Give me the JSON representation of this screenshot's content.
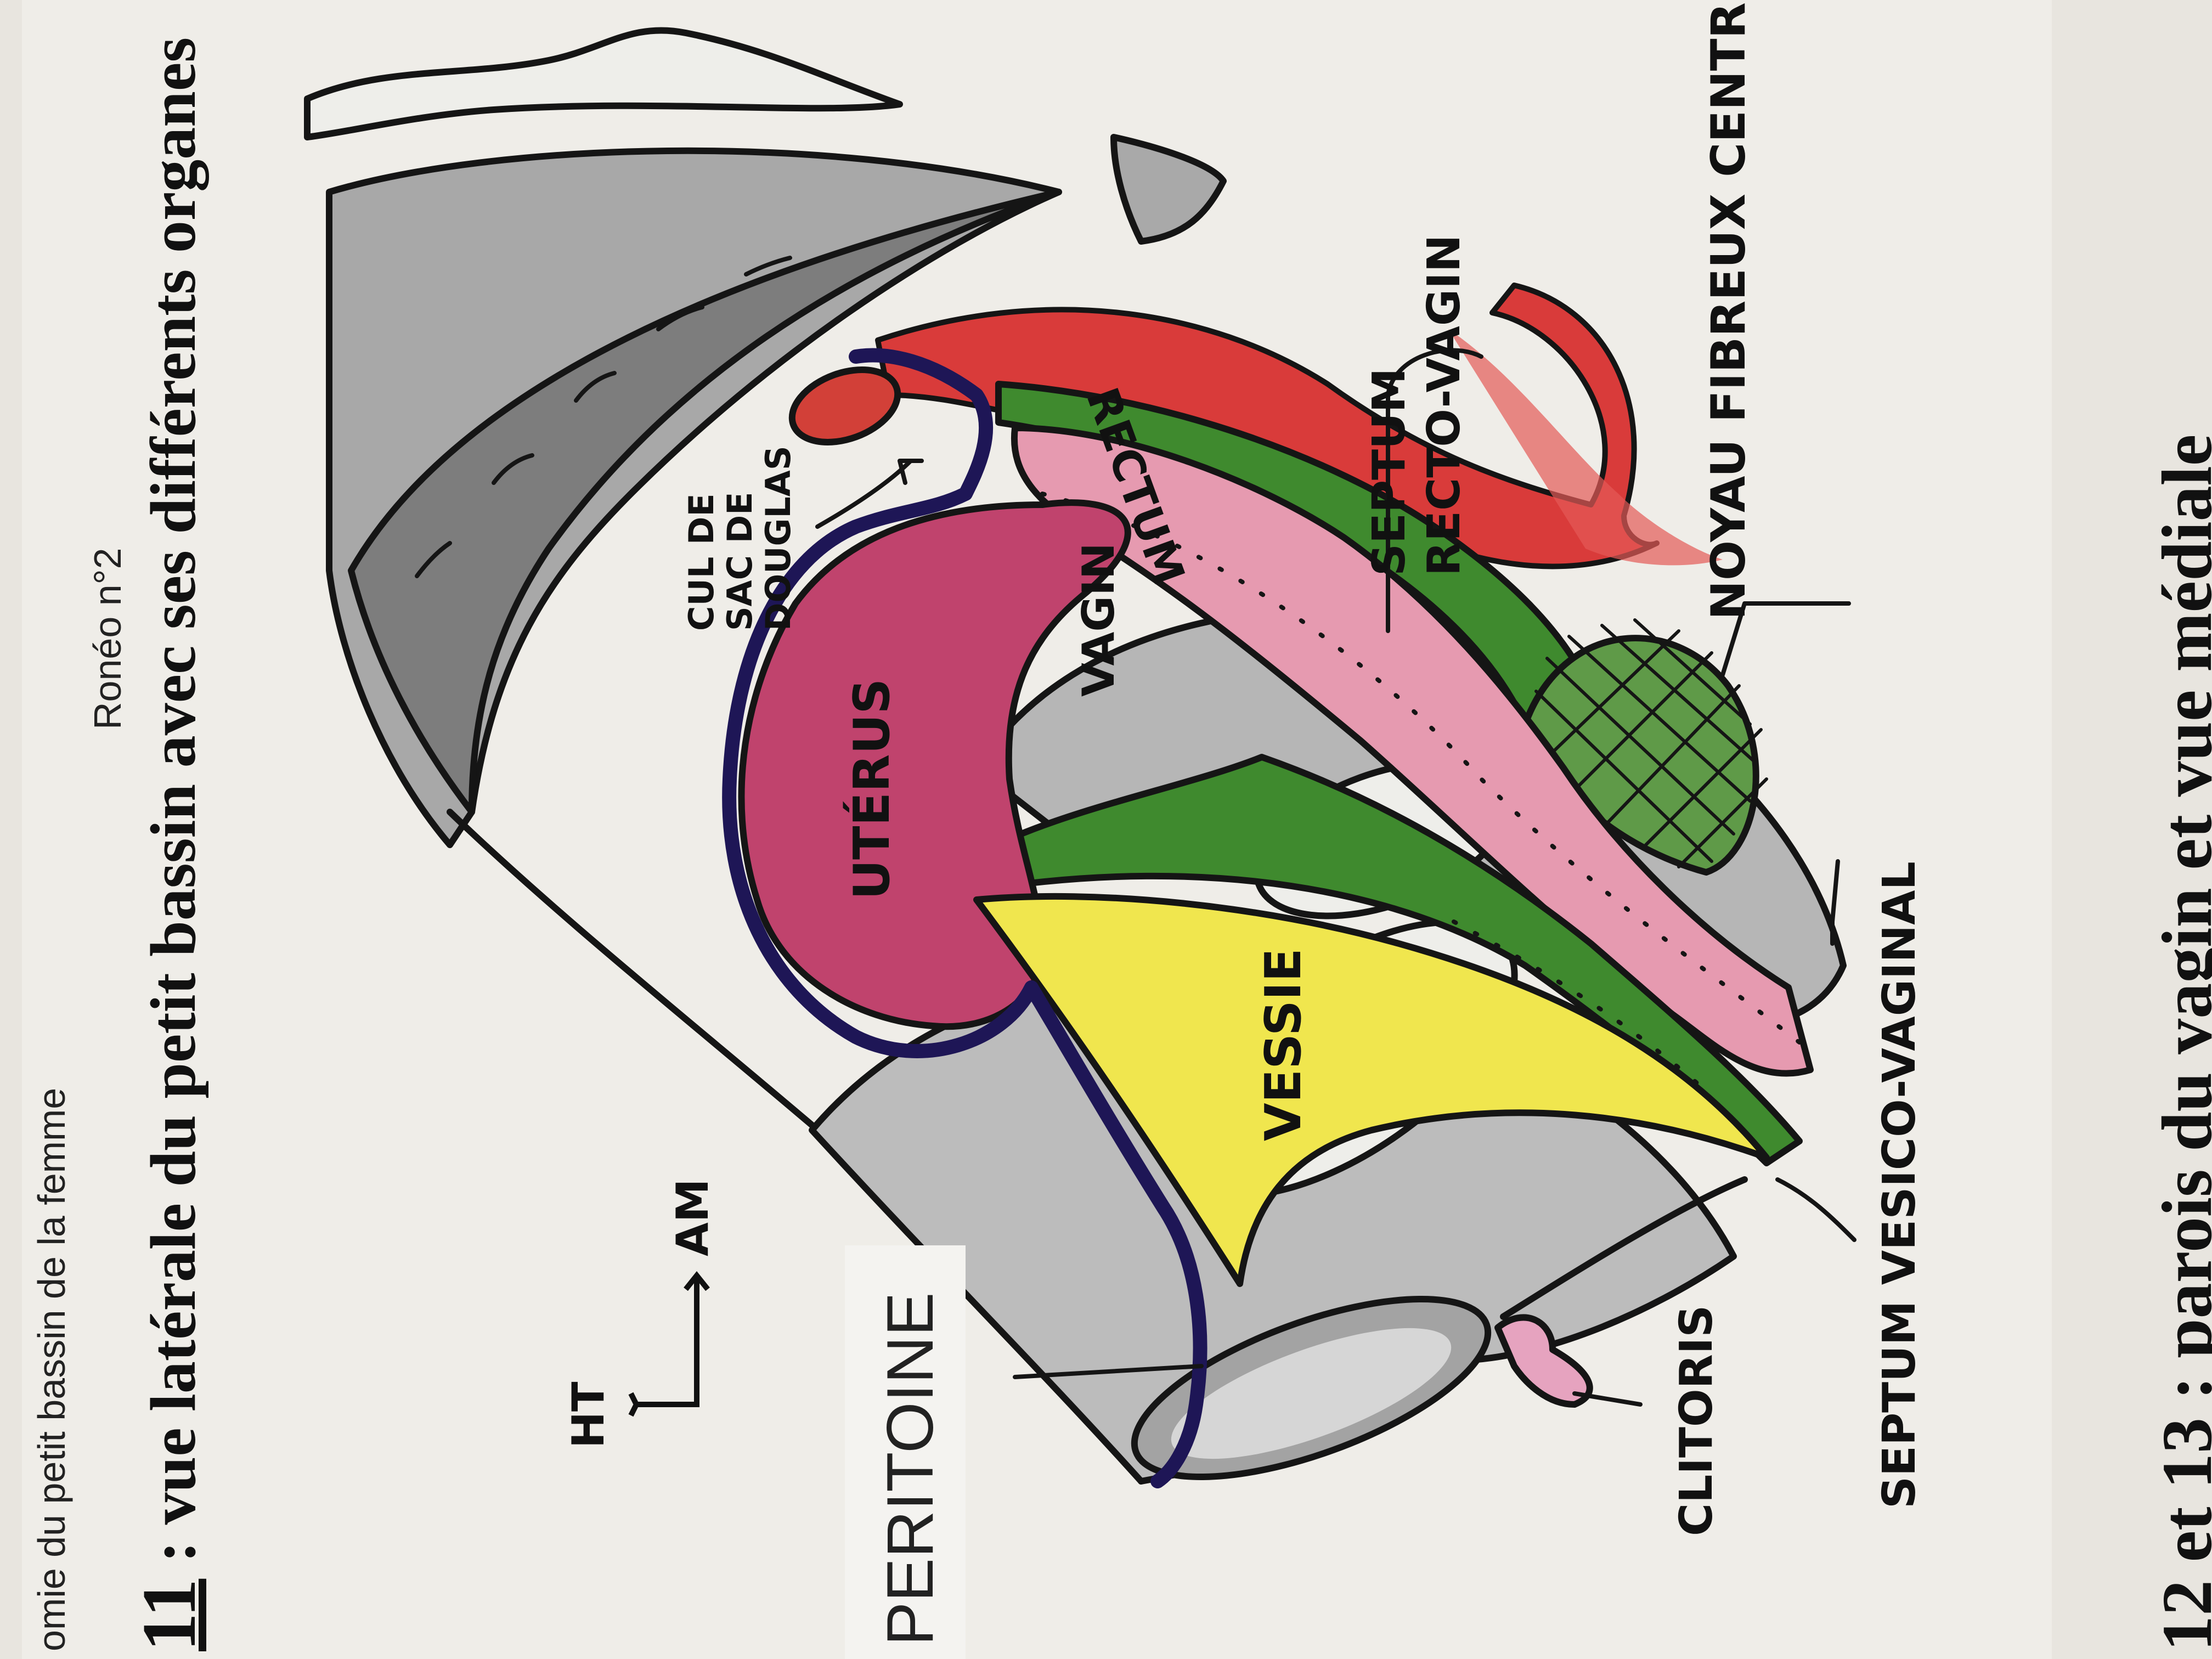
{
  "header": {
    "running_title": "omie du petit bassin de la femme",
    "roneo": "Ronéo n°2",
    "figure_number": "11",
    "figure_caption": " : vue latérale du petit bassin avec ses différents organes",
    "next_caption": "12 et 13 : parois du vagin et vue médiale"
  },
  "orientation": {
    "up": "HT",
    "forward": "AM"
  },
  "labels": {
    "peritoine": "PERITOINE",
    "cul_de_sac_line1": "CUL DE",
    "cul_de_sac_line2": "SAC DE",
    "cul_de_sac_line3": "DOUGLAS",
    "uterus": "UTÉRUS",
    "vessie": "VESSIE",
    "vagin": "VAGIN",
    "rectum": "RECTUM",
    "septum_recto_line1": "SEPTUM",
    "septum_recto_line2": "RECTO-VAGIN",
    "noyau": "NOYAU FIBREUX CENTR",
    "septum_vesico": "SEPTUM VESICO-VAGINAL",
    "clitoris": "CLITORIS"
  },
  "colors": {
    "paper": "#efede8",
    "rectum": "#d93b3a",
    "uterus": "#c0436d",
    "vagin": "#e69ab0",
    "vessie": "#f0e64e",
    "muscle_green": "#3f8a2e",
    "peritoneum_line": "#1e1656",
    "bone_grey": "#8c8c8c"
  }
}
